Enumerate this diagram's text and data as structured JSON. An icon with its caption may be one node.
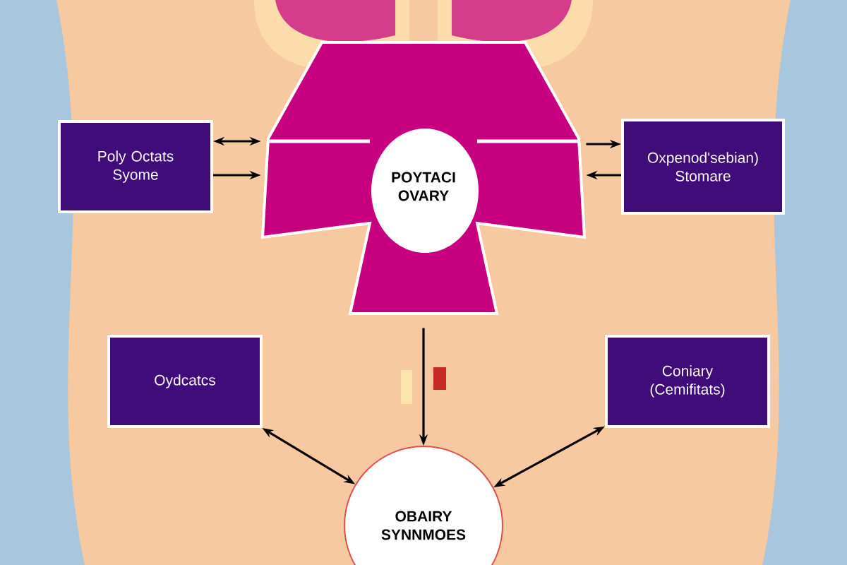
{
  "diagram": {
    "nodes": [
      {
        "text": [
          "Poly Octats Syome"
        ]
      },
      {
        "text": [
          "POYTACI OVARY"
        ]
      },
      {
        "text": [
          "Oxpenod'sebian) Stomare"
        ]
      },
      {
        "text": [
          "Oydcatcs"
        ]
      },
      {
        "text": [
          "Coniary (Cemifitats)"
        ]
      },
      {
        "text": [
          "OBAIRY SYNNMOES"
        ]
      }
    ],
    "edges": [
      {
        "from": 0,
        "to": 1,
        "arrow": "both"
      },
      {
        "from": 0,
        "to": 1,
        "arrow": "to"
      },
      {
        "from": 1,
        "to": 2,
        "arrow": "to"
      },
      {
        "from": 2,
        "to": 1,
        "arrow": "to"
      },
      {
        "from": 1,
        "to": 5,
        "arrow": "to"
      },
      {
        "from": 3,
        "to": 5,
        "arrow": "both"
      },
      {
        "from": 4,
        "to": 5,
        "arrow": "both"
      }
    ]
  }
}
